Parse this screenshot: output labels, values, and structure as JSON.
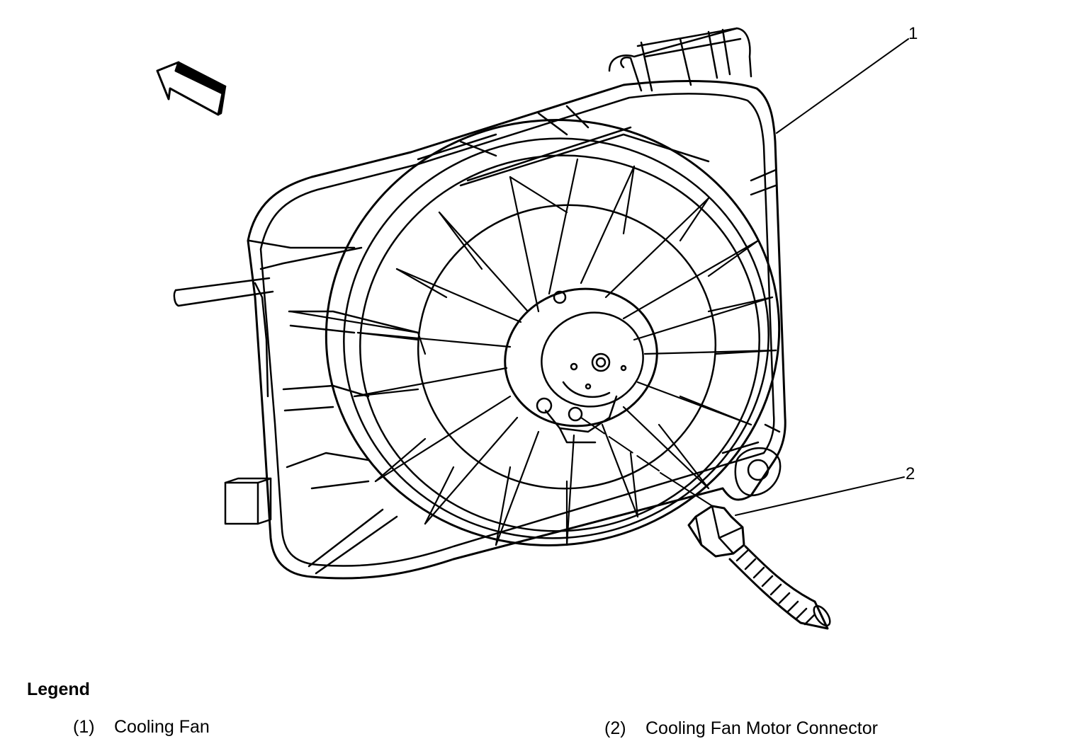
{
  "diagram": {
    "callouts": [
      {
        "id": "1",
        "label": "1"
      },
      {
        "id": "2",
        "label": "2"
      }
    ],
    "icons": [
      "direction-arrow-icon"
    ]
  },
  "legend": {
    "title": "Legend",
    "items": [
      {
        "number": "(1)",
        "label": "Cooling Fan"
      },
      {
        "number": "(2)",
        "label": "Cooling Fan Motor Connector"
      }
    ]
  }
}
